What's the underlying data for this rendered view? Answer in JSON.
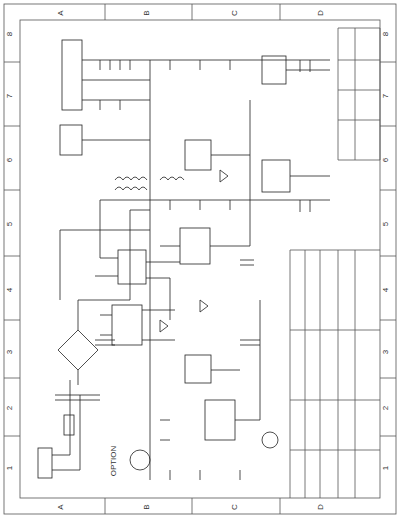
{
  "diagram": {
    "labels": [
      "A",
      "B",
      "C",
      "D",
      "A",
      "B",
      "C",
      "D",
      "8",
      "7",
      "6",
      "5",
      "4",
      "3",
      "2",
      "1",
      "8",
      "7",
      "6",
      "5",
      "4",
      "3",
      "2",
      "1",
      "OPTION"
    ]
  }
}
